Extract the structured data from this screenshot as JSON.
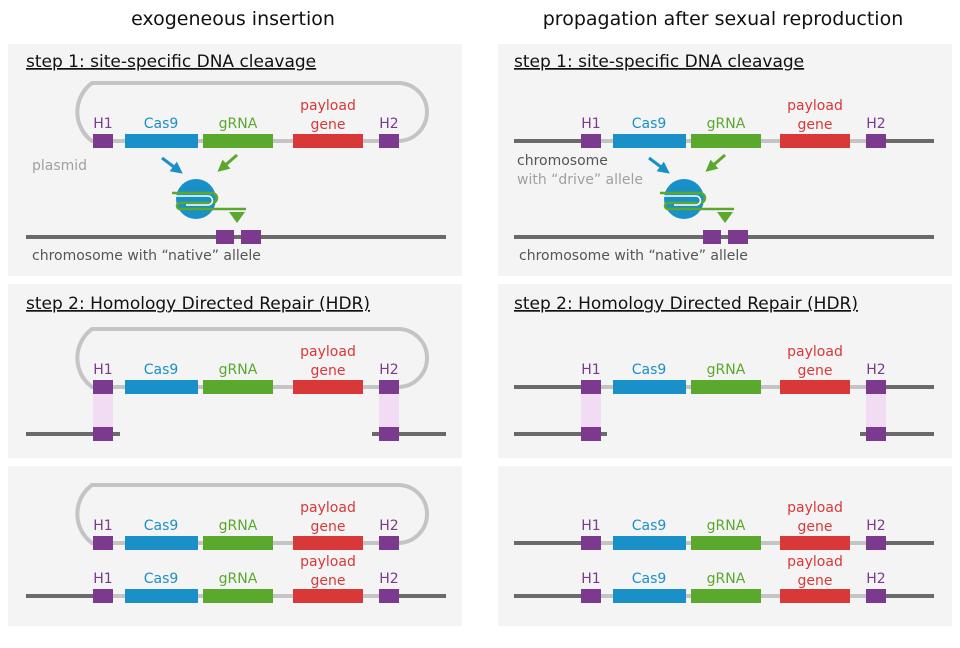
{
  "columns": {
    "left": "exogeneous insertion",
    "right": "propagation after sexual reproduction"
  },
  "steps": {
    "step1": "step 1: site-specific DNA cleavage",
    "step2": "step 2: Homology Directed Repair (HDR)"
  },
  "genes": {
    "h1": "H1",
    "cas9": "Cas9",
    "grna": "gRNA",
    "payload_line1": "payload",
    "payload_line2": "gene",
    "h2": "H2"
  },
  "labels": {
    "plasmid": "plasmid",
    "chromosome_native": "chromosome with “native” allele",
    "chromosome": "chromosome",
    "with_drive_allele": "with “drive” allele"
  },
  "colors": {
    "homology_arm": "#7b3a8e",
    "cas9": "#1a90c8",
    "grna": "#5aa82c",
    "payload": "#d93838",
    "chromosome": "#6a6a6a",
    "plasmid_backbone": "#c4c4c4",
    "panel_bg": "#f4f4f4",
    "hdr_highlight": "#f1dcf3"
  }
}
